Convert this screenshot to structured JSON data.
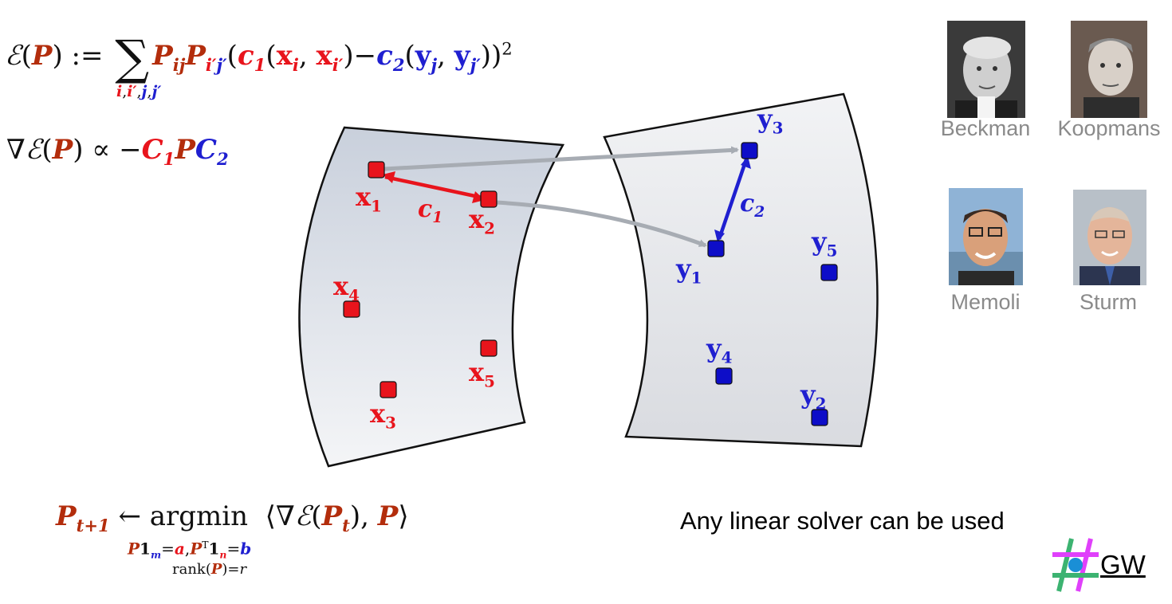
{
  "equations": {
    "energy": {
      "lhs": "ℰ(P) :=",
      "sum_index": "i,i′,j,j′",
      "term": "P_ij P_i′j′ (c₁(xᵢ, xᵢ′) − c₂(yⱼ, yⱼ′))²"
    },
    "gradient": "∇ℰ(P) ∝ −C₁PC₂",
    "update": {
      "lhs": "P_{t+1} ← argmin ⟨∇ℰ(P_t), P⟩",
      "constraint_marginals": "P1_m=a, P^T1_n=b",
      "constraint_rank": "rank(P)=r"
    }
  },
  "diagram": {
    "source_points": [
      "x1",
      "x2",
      "x3",
      "x4",
      "x5"
    ],
    "target_points": [
      "y1",
      "y2",
      "y3",
      "y4",
      "y5"
    ],
    "cost_labels": {
      "source": "c1",
      "target": "c2"
    },
    "mappings": [
      [
        "x1",
        "y3"
      ],
      [
        "x2",
        "y1"
      ]
    ],
    "colors": {
      "source": "#e8141c",
      "target": "#1f1fd0",
      "arrow": "#a7acb3",
      "brown": "#b32d0c"
    }
  },
  "people": [
    {
      "name": "Beckman"
    },
    {
      "name": "Koopmans"
    },
    {
      "name": "Memoli"
    },
    {
      "name": "Sturm"
    }
  ],
  "note": "Any linear solver can be used",
  "logo": {
    "text": "GW"
  }
}
